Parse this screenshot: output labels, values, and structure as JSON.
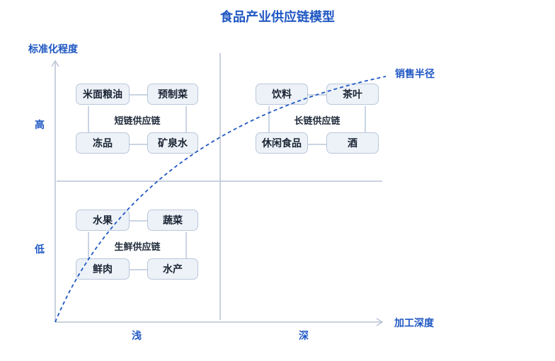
{
  "title": "食品产业供应链模型",
  "y_axis": {
    "label": "标准化程度",
    "ticks": [
      "高",
      "低"
    ]
  },
  "x_axis": {
    "label": "加工深度",
    "ticks": [
      "浅",
      "深"
    ]
  },
  "curve_label": "销售半径",
  "groups": [
    {
      "label": "短链供应链",
      "items": [
        "米面粮油",
        "预制菜",
        "冻品",
        "矿泉水"
      ]
    },
    {
      "label": "长链供应链",
      "items": [
        "饮料",
        "茶叶",
        "休闲食品",
        "酒"
      ]
    },
    {
      "label": "生鲜供应链",
      "items": [
        "水果",
        "蔬菜",
        "鲜肉",
        "水产"
      ]
    }
  ],
  "colors": {
    "accent": "#1f57c3",
    "node_fill": "#edf2f8",
    "node_border": "#b9c7da",
    "grid": "#b8c4d4"
  }
}
